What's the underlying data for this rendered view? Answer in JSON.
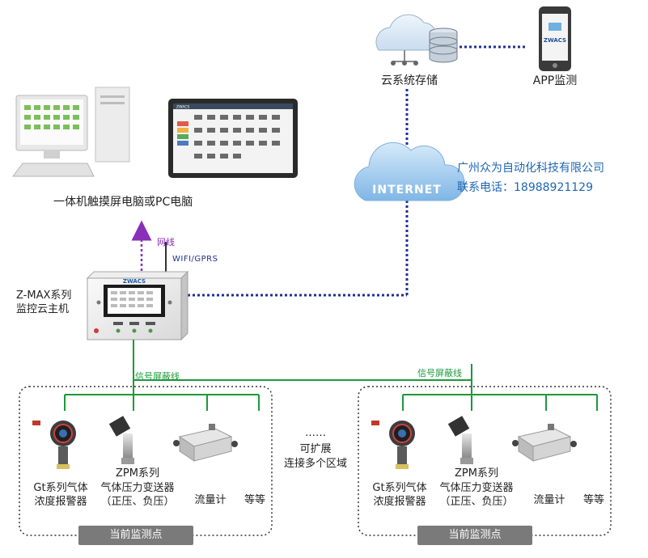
{
  "cloud_storage": {
    "label": "云系统存储"
  },
  "app_monitor": {
    "label": "APP监测",
    "brand": "ZWACS"
  },
  "internet": {
    "label": "INTERNET"
  },
  "company": {
    "name": "广州众为自动化科技有限公司",
    "phone": "联系电话：18988921129"
  },
  "pc": {
    "label": "一体机触摸屏电脑或PC电脑",
    "tablet_brand": "ZWACS"
  },
  "network": {
    "wired": "网线",
    "wireless": "WIFI/GPRS"
  },
  "host": {
    "name_line1": "Z-MAX系列",
    "name_line2": "监控云主机",
    "brand": "ZWACS"
  },
  "signal_line": {
    "label": "信号屏蔽线"
  },
  "zones": [
    {
      "gt_line1": "Gt系列气体",
      "gt_line2": "浓度报警器",
      "zpm_line1": "ZPM系列",
      "zpm_line2": "气体压力变送器",
      "zpm_line3": "（正压、负压）",
      "flow": "流量计",
      "etc": "等等",
      "badge": "当前监测点"
    },
    {
      "gt_line1": "Gt系列气体",
      "gt_line2": "浓度报警器",
      "zpm_line1": "ZPM系列",
      "zpm_line2": "气体压力变送器",
      "zpm_line3": "（正压、负压）",
      "flow": "流量计",
      "etc": "等等",
      "badge": "当前监测点"
    }
  ],
  "expand": {
    "dots": "……",
    "line1": "可扩展",
    "line2": "连接多个区域"
  },
  "colors": {
    "network_dotted": "#1f2f9a",
    "signal_green": "#1a9a3a",
    "wired_purple": "#8a2fb8",
    "badge_gray": "#7a7a7a"
  }
}
